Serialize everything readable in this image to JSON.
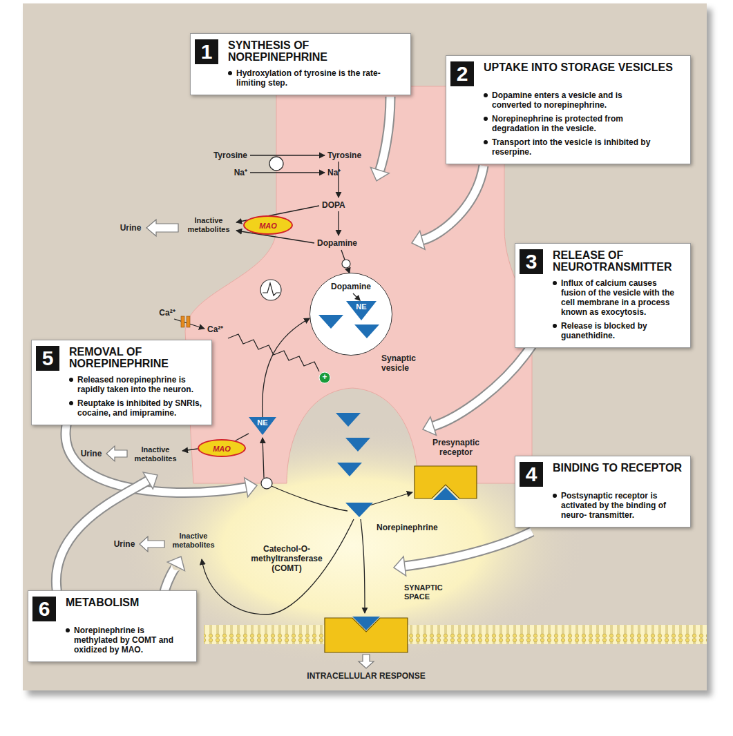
{
  "diagram": {
    "nodes": [
      {
        "text": [
          "1",
          "SYNTHESIS OF NOREPINEPHRINE",
          "Hydroxylation of tyrosine is the rate-limiting step."
        ]
      },
      {
        "text": [
          "2",
          "UPTAKE INTO STORAGE VESICLES",
          "Dopamine enters a vesicle and is converted to norepinephrine.",
          "Norepinephrine is protected from degradation in the vesicle.",
          "Transport into the vesicle is inhibited by reserpine."
        ]
      },
      {
        "text": [
          "MAO"
        ]
      },
      {
        "text": [
          "Dopamine"
        ]
      },
      {
        "text": [
          "NE"
        ],
        "in": 3
      },
      {
        "text": [
          "3",
          "RELEASE OF NEUROTRANSMITTER",
          "Influx of calcium causes fusion of the vesicle with the cell membrane in a process known as exocytosis.",
          "Release is blocked by guanethidine."
        ]
      },
      {
        "text": [
          "5",
          "REMOVAL OF NOREPINEPHRINE",
          "Released norepinephrine is rapidly taken into the neuron.",
          "Reuptake is inhibited by SNRIs, cocaine, and imipramine."
        ]
      },
      {
        "text": [
          "NE"
        ]
      },
      {
        "text": [
          "MAO"
        ]
      },
      {
        "text": [
          "4",
          "BINDING TO RECEPTOR",
          "Postsynaptic receptor is activated by the binding of neuro- transmitter."
        ]
      },
      {
        "text": [
          "6",
          "METABOLISM",
          "Norepinephrine is methylated by COMT and oxidized by MAO."
        ]
      }
    ],
    "edges": [
      {
        "from": 7,
        "to": 3,
        "arrow": "to"
      },
      {
        "from": 7,
        "to": 8,
        "arrow": "none"
      }
    ],
    "labels": [
      "Tyrosine",
      "Na⁺",
      "Tyrosine",
      "Na⁺",
      "DOPA",
      "Inactive metabolites",
      "Urine",
      "Dopamine",
      "Ca²⁺",
      "Ca²⁺",
      "Synaptic vesicle",
      "Urine",
      "Inactive metabolites",
      "Presynaptic receptor",
      "Norepinephrine",
      "Urine",
      "Inactive metabolites",
      "Catechol-O- methyltransferase (COMT)",
      "SYNAPTIC SPACE",
      "INTRACELLULAR RESPONSE",
      "+"
    ]
  }
}
